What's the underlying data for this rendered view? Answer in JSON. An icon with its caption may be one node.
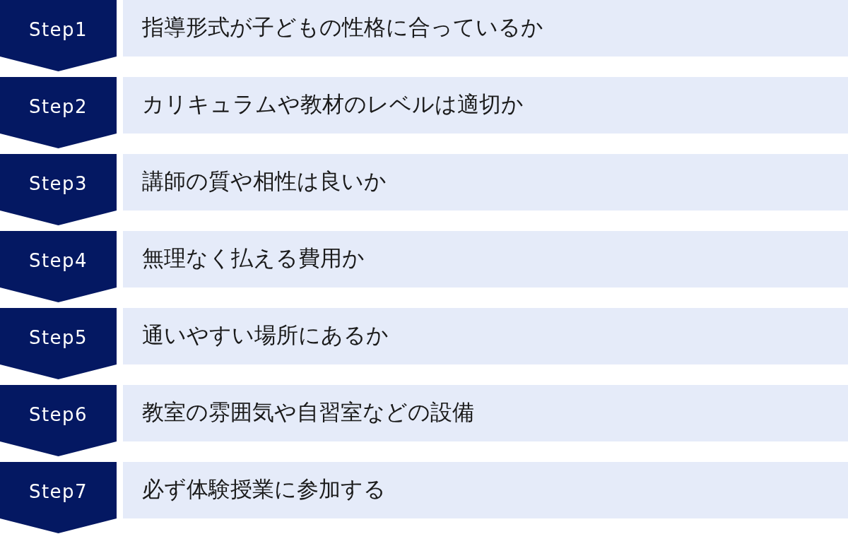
{
  "diagram": {
    "nodes": [
      {
        "text": [
          "Step1"
        ]
      },
      {
        "text": [
          "指導形式が子どもの性格に合っているか"
        ]
      },
      {
        "text": [
          "Step2"
        ]
      },
      {
        "text": [
          "カリキュラムや教材のレベルは適切か"
        ]
      },
      {
        "text": [
          "Step3"
        ]
      },
      {
        "text": [
          "講師の質や相性は良いか"
        ]
      },
      {
        "text": [
          "Step4"
        ]
      },
      {
        "text": [
          "無理なく払える費用か"
        ]
      },
      {
        "text": [
          "Step5"
        ]
      },
      {
        "text": [
          "通いやすい場所にあるか"
        ]
      },
      {
        "text": [
          "Step6"
        ]
      },
      {
        "text": [
          "教室の雰囲気や自習室などの設備"
        ]
      },
      {
        "text": [
          "Step7"
        ]
      },
      {
        "text": [
          "必ず体験授業に参加する"
        ]
      }
    ]
  }
}
